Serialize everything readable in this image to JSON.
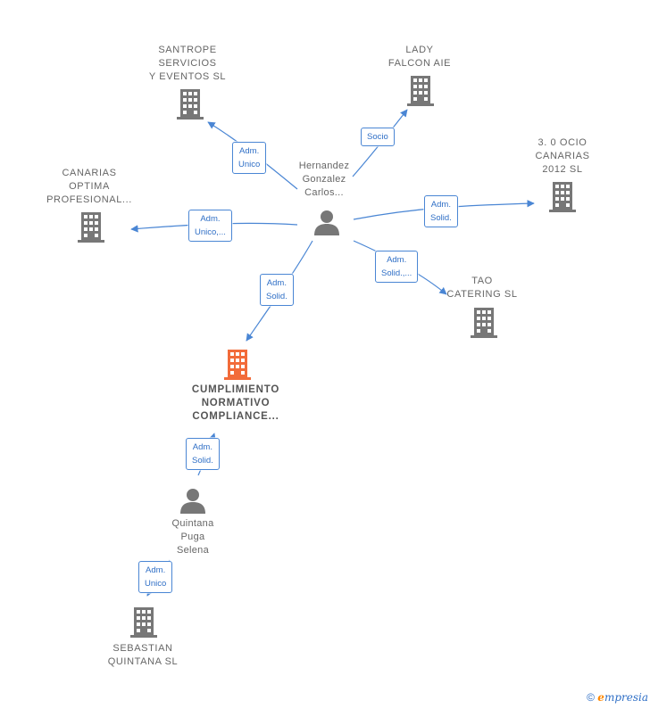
{
  "nodes": {
    "santrope": "SANTROPE\nSERVICIOS\nY EVENTOS  SL",
    "lady_falcon": "LADY\nFALCON  AIE",
    "ocio": "3. 0 OCIO\nCANARIAS\n2012 SL",
    "canarias_optima": "CANARIAS\nOPTIMA\nPROFESIONAL...",
    "tao": "TAO\nCATERING  SL",
    "cumplimiento": "CUMPLIMIENTO\nNORMATIVO\nCOMPLIANCE...",
    "hernandez": "Hernandez\nGonzalez\nCarlos...",
    "quintana": "Quintana\nPuga\nSelena",
    "sebastian": "SEBASTIAN\nQUINTANA  SL"
  },
  "edges": {
    "santrope": "Adm.\nUnico",
    "lady_falcon": "Socio",
    "ocio": "Adm.\nSolid.",
    "canarias_optima": "Adm.\nUnico,...",
    "tao": "Adm.\nSolid.,...",
    "cumplimiento": "Adm.\nSolid.",
    "quintana": "Adm.\nSolid.",
    "sebastian": "Adm.\nUnico"
  },
  "colors": {
    "building": "#777777",
    "building_main": "#f26b3a",
    "person": "#777777",
    "edge": "#4a86d4"
  },
  "footer": {
    "copyright": "©",
    "brand_e": "e",
    "brand_rest": "mpresia"
  }
}
